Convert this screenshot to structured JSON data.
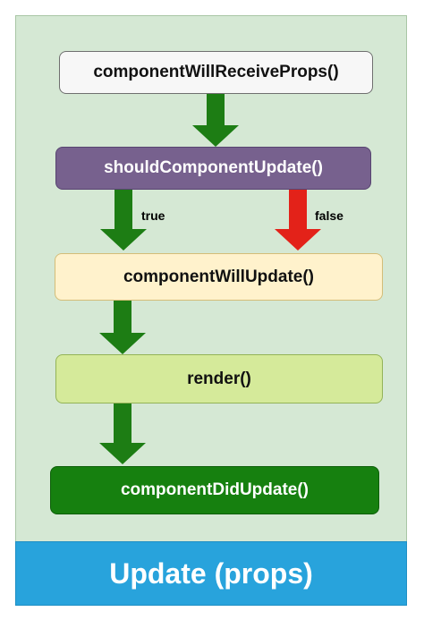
{
  "diagram": {
    "nodes": {
      "will_receive_props": "componentWillReceiveProps()",
      "should_update": "shouldComponentUpdate()",
      "will_update": "componentWillUpdate()",
      "render": "render()",
      "did_update": "componentDidUpdate()"
    },
    "edge_labels": {
      "true": "true",
      "false": "false"
    },
    "footer_title": "Update (props)"
  },
  "colors": {
    "background": "#d5e8d4",
    "footer": "#28a3dc",
    "arrow_green": "#1d7d14",
    "arrow_red": "#e32219",
    "node_purple": "#77618e",
    "node_cream": "#fff2cc",
    "node_lightgreen": "#d5ea9a",
    "node_darkgreen": "#16800f"
  }
}
